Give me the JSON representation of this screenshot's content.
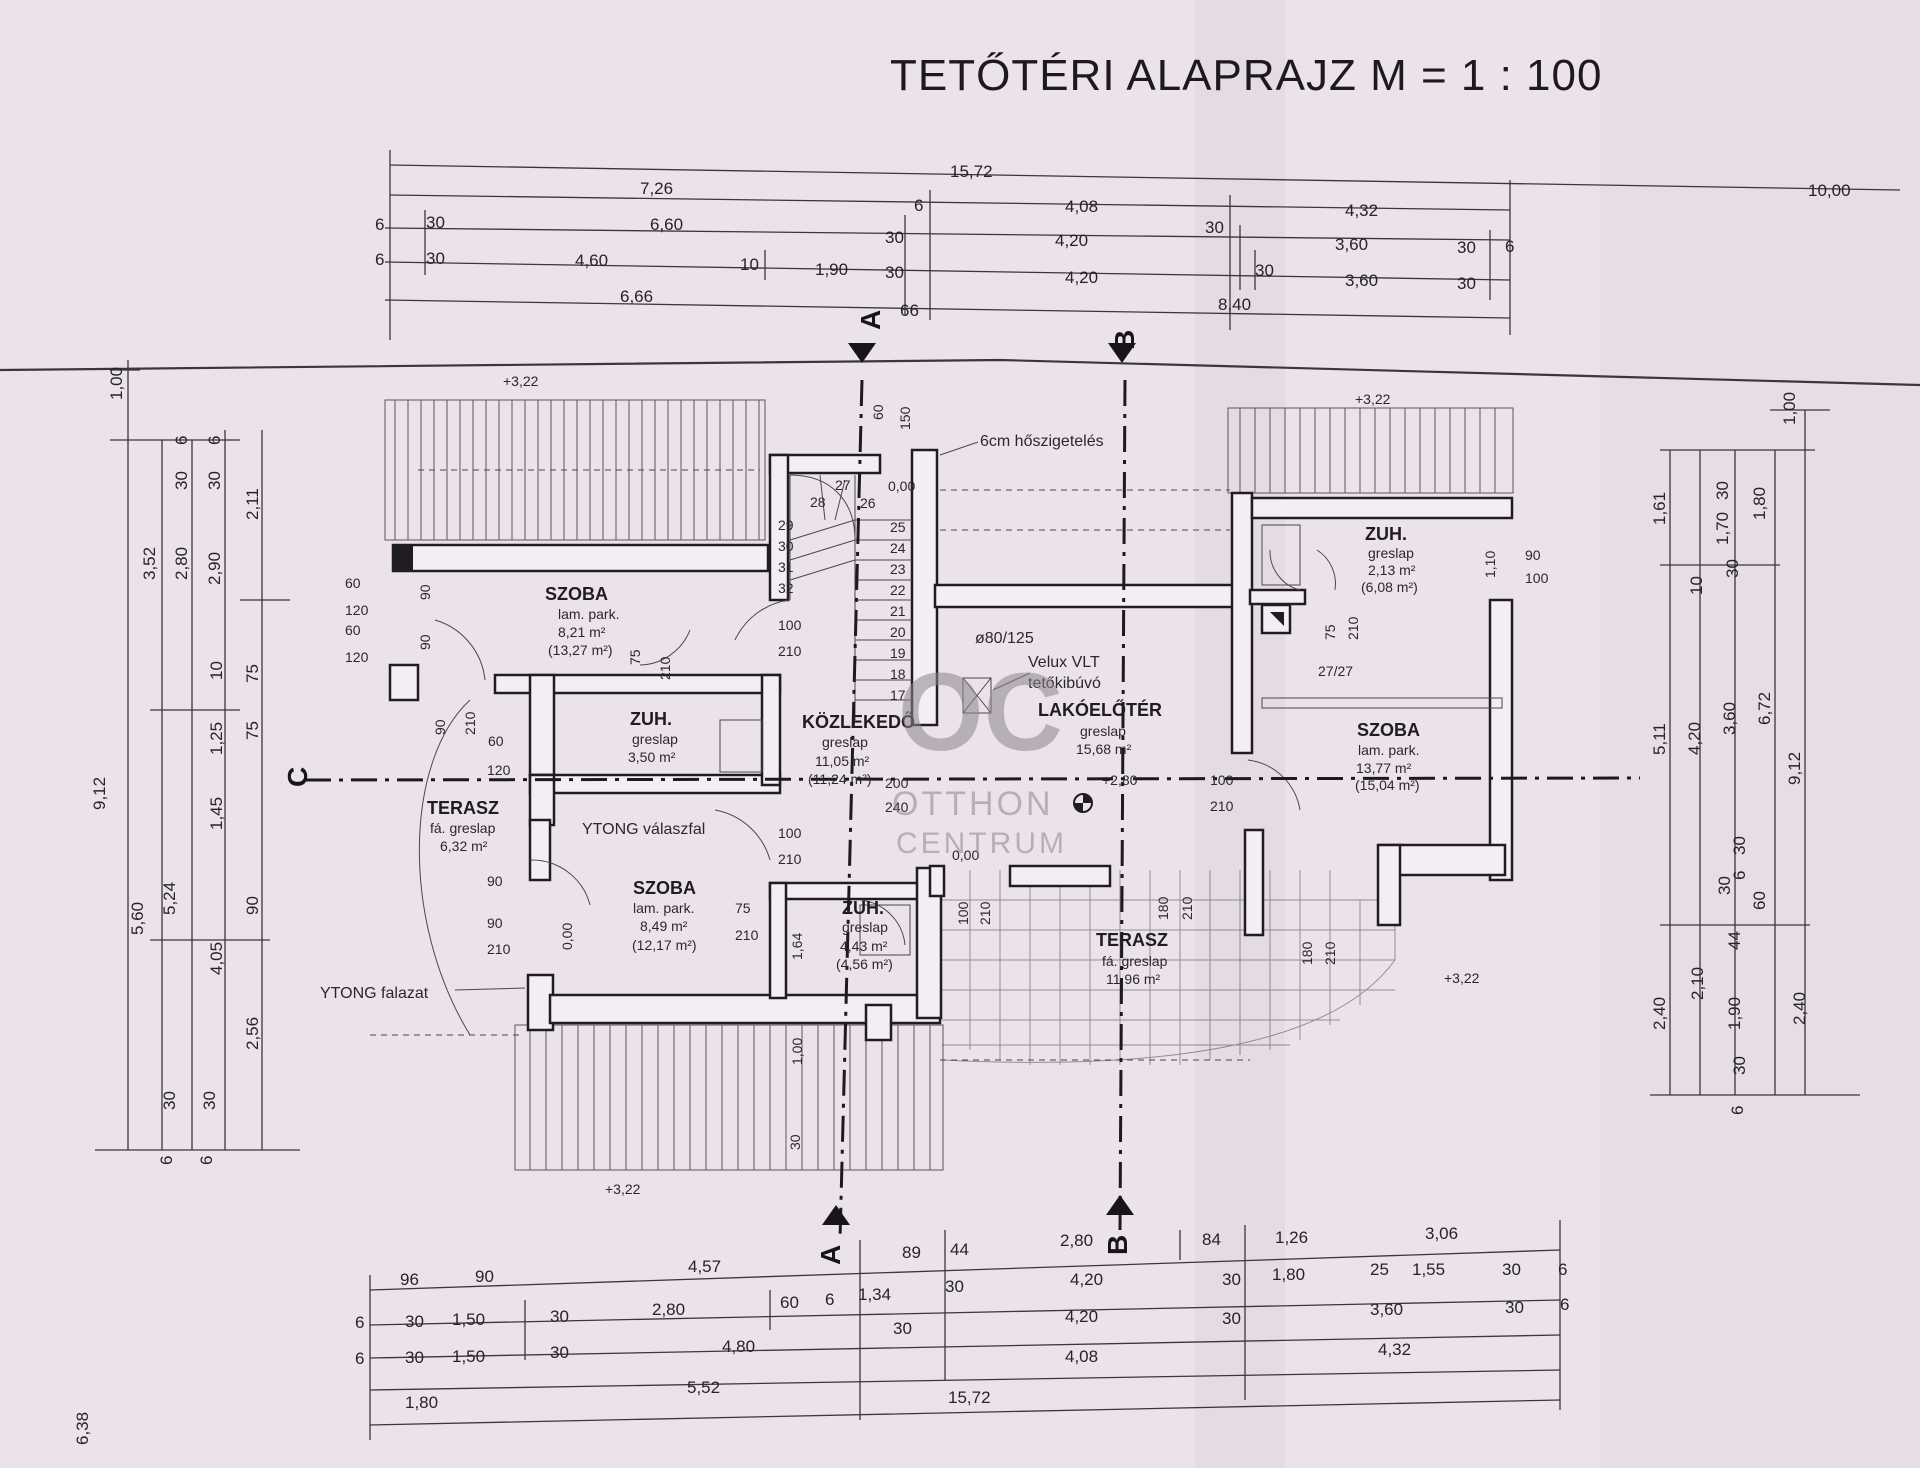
{
  "title": "TETŐTÉRI ALAPRAJZ M = 1 : 100",
  "rooms": [
    {
      "name": "SZOBA",
      "finish": "lam. park.",
      "area": "8,21 m²",
      "area2": "(13,27 m²)"
    },
    {
      "name": "ZUH.",
      "finish": "greslap",
      "area": "3,50 m²",
      "area2": ""
    },
    {
      "name": "KÖZLEKEDŐ",
      "finish": "greslap",
      "area": "11,05 m²",
      "area2": "(11,24 m²)"
    },
    {
      "name": "LAKÓELŐTÉR",
      "finish": "greslap",
      "area": "15,68 m²",
      "area2": ""
    },
    {
      "name": "ZUH.",
      "finish": "greslap",
      "area": "2,13 m²",
      "area2": "(6,08 m²)"
    },
    {
      "name": "SZOBA",
      "finish": "lam. park.",
      "area": "13,77 m²",
      "area2": "(15,04 m²)"
    },
    {
      "name": "TERASZ",
      "finish": "fá. greslap",
      "area": "6,32 m²",
      "area2": ""
    },
    {
      "name": "SZOBA",
      "finish": "lam. park.",
      "area": "8,49 m²",
      "area2": "(12,17 m²)"
    },
    {
      "name": "ZUH.",
      "finish": "greslap",
      "area": "4,43 m²",
      "area2": "(4,56 m²)"
    },
    {
      "name": "TERASZ",
      "finish": "fá. greslap",
      "area": "11,96 m²",
      "area2": ""
    }
  ],
  "labels": {
    "insulation": "6cm hőszigetelés",
    "vent": "ø80/125",
    "velux": "Velux VLT",
    "velux2": "tetőkibúvó",
    "ytong_wall": "YTONG válaszfal",
    "ytong_masonry": "YTONG falazat",
    "elev_top_left": "+3,22",
    "elev_top_right": "+3,22",
    "elev_bottom": "+3,22",
    "elev_right": "+3,22",
    "level_280": "+2,80",
    "level_000": "0,00",
    "level_000b": "0,00",
    "level_000c": "0,00",
    "chimney": "27/27"
  },
  "sections": {
    "a": "A",
    "b": "B",
    "c": "C"
  },
  "dims": {
    "top": {
      "r1": [
        "15,72",
        "10,00"
      ],
      "r2": [
        "7,26",
        "6",
        "4,08",
        "4,32"
      ],
      "r3": [
        "6",
        "30",
        "6,60",
        "30",
        "4,20",
        "30",
        "3,60",
        "30"
      ],
      "r4": [
        "6",
        "30",
        "4,60",
        "10",
        "1,90",
        "30",
        "4,20",
        "30",
        "3,60",
        "30",
        "6"
      ],
      "r5": [
        "6,66",
        "66",
        "8,40"
      ]
    },
    "bottom": {
      "r1": [
        "96",
        "90",
        "4,57",
        "89",
        "44",
        "2,80",
        "84",
        "1,26",
        "3,06"
      ],
      "r2": [
        "6",
        "30",
        "1,50",
        "30",
        "2,80",
        "60",
        "6",
        "1,34",
        "30",
        "4,20",
        "30",
        "1,80",
        "25",
        "1,55",
        "30",
        "6"
      ],
      "r3": [
        "6",
        "30",
        "1,50",
        "30",
        "4,80",
        "30",
        "4,20",
        "30",
        "3,60",
        "30",
        "6"
      ],
      "r4": [
        "1,80",
        "5,52",
        "4,08",
        "4,32"
      ],
      "r5": [
        "15,72"
      ]
    },
    "left": [
      "1,00",
      "3,52",
      "2,80",
      "2,90",
      "2,11",
      "30",
      "30",
      "6",
      "6",
      "9,12",
      "5,60",
      "5,24",
      "4,05",
      "2,56",
      "1,25",
      "1,45",
      "10",
      "75",
      "75",
      "90",
      "30",
      "30",
      "6",
      "6",
      "6,38"
    ],
    "right": [
      "1,00",
      "1,61",
      "1,70",
      "1,80",
      "30",
      "5,11",
      "4,20",
      "3,60",
      "6,72",
      "9,12",
      "2,40",
      "2,10",
      "1,90",
      "2,40",
      "30",
      "6",
      "6",
      "44",
      "60",
      "30",
      "30",
      "10",
      "30"
    ],
    "doors": [
      "60",
      "120",
      "60",
      "120",
      "90",
      "90",
      "60",
      "90",
      "210",
      "60",
      "120",
      "100",
      "210",
      "75",
      "210",
      "100",
      "210",
      "75",
      "210",
      "90",
      "210",
      "90",
      "210",
      "100",
      "210",
      "100",
      "210",
      "180",
      "210",
      "180",
      "210",
      "180",
      "90",
      "100",
      "1,10",
      "75",
      "210",
      "200",
      "240"
    ],
    "stairs": [
      "27",
      "0,00",
      "28",
      "26",
      "25",
      "24",
      "23",
      "22",
      "21",
      "20",
      "19",
      "18",
      "17",
      "29",
      "30",
      "31",
      "32",
      "60",
      "150",
      "1,64",
      "1,00",
      "30"
    ]
  },
  "watermark": {
    "logo": "OC",
    "line1": "OTTHON",
    "line2": "CENTRUM"
  }
}
